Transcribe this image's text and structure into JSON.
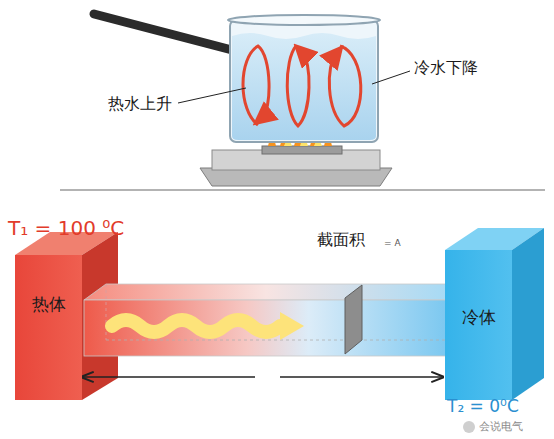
{
  "diagram": {
    "nodes": [
      {
        "text": [
          "热体"
        ]
      },
      {
        "text": [
          "截面积"
        ]
      },
      {
        "text": [
          "冷体"
        ]
      }
    ],
    "labels": [
      "热水上升",
      "冷水下降",
      "T₁ = 100 ⁰C",
      "= A",
      "T₂ = 0⁰C",
      "会说电气"
    ]
  }
}
